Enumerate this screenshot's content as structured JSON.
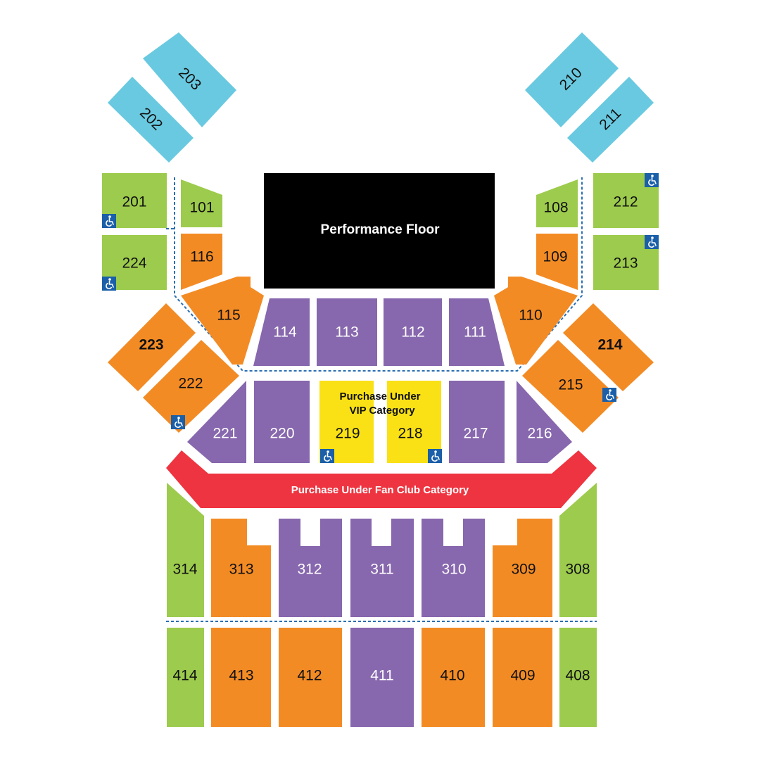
{
  "stage": {
    "label": "Performance Floor"
  },
  "fan_club": {
    "label": "Purchase Under Fan Club Category"
  },
  "vip": {
    "line1": "Purchase Under",
    "line2": "VIP Category"
  },
  "colors": {
    "blue": "#69c9e0",
    "green": "#9dcb4d",
    "orange": "#f38b25",
    "purple": "#8767ad",
    "yellow": "#f9e116",
    "red": "#ee3440",
    "stage": "#000000",
    "accessible": "#1a5fa8"
  },
  "accessible_icon": "wheelchair-icon",
  "sections": {
    "s101": "101",
    "s108": "108",
    "s109": "109",
    "s110": "110",
    "s111": "111",
    "s112": "112",
    "s113": "113",
    "s114": "114",
    "s115": "115",
    "s116": "116",
    "s201": "201",
    "s202": "202",
    "s203": "203",
    "s210": "210",
    "s211": "211",
    "s212": "212",
    "s213": "213",
    "s214": "214",
    "s215": "215",
    "s216": "216",
    "s217": "217",
    "s218": "218",
    "s219": "219",
    "s220": "220",
    "s221": "221",
    "s222": "222",
    "s223": "223",
    "s224": "224",
    "s308": "308",
    "s309": "309",
    "s310": "310",
    "s311": "311",
    "s312": "312",
    "s313": "313",
    "s314": "314",
    "s408": "408",
    "s409": "409",
    "s410": "410",
    "s411": "411",
    "s412": "412",
    "s413": "413",
    "s414": "414"
  }
}
